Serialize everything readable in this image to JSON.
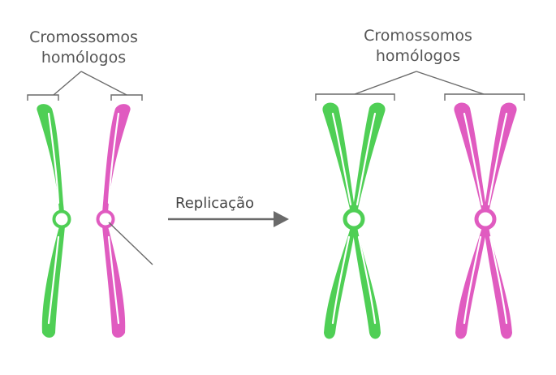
{
  "labels": {
    "left_title_line1": "Cromossomos",
    "left_title_line2": "homólogos",
    "right_title_line1": "Cromossomos",
    "right_title_line2": "homólogos",
    "arrow_label": "Replicação"
  },
  "colors": {
    "green": "#4fcf55",
    "magenta": "#e05bc0",
    "lines": "#6a6a6a",
    "text": "#555555",
    "background": "#ffffff"
  }
}
